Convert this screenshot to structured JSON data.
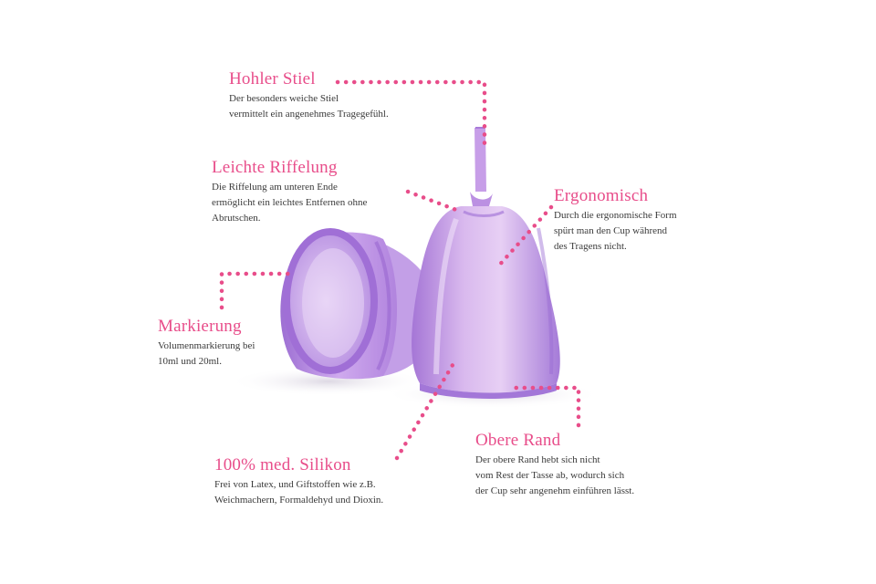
{
  "colors": {
    "accent": "#e84d8a",
    "text": "#3a3a3a",
    "cup": "#b88ee3"
  },
  "callouts": [
    {
      "id": "hohler-stiel",
      "title": "Hohler Stiel",
      "text": "Der besonders weiche Stiel\nvermittelt ein angenehmes Tragegefühl."
    },
    {
      "id": "leichte-riffelung",
      "title": "Leichte Riffelung",
      "text": "Die Riffelung am unteren Ende\nermöglicht ein leichtes Entfernen ohne\nAbrutschen."
    },
    {
      "id": "ergonomisch",
      "title": "Ergonomisch",
      "text": "Durch die ergonomische Form\nspürt man den Cup während\ndes Tragens nicht."
    },
    {
      "id": "markierung",
      "title": "Markierung",
      "text": "Volumenmarkierung bei\n10ml und 20ml."
    },
    {
      "id": "obere-rand",
      "title": "Obere Rand",
      "text": "Der obere Rand hebt sich nicht\nvom Rest der Tasse ab, wodurch sich\nder Cup sehr angenehm einführen lässt."
    },
    {
      "id": "silikon",
      "title": "100% med. Silikon",
      "text": "Frei von Latex, und Giftstoffen wie z.B.\nWeichmachern, Formaldehyd und Dioxin."
    }
  ]
}
